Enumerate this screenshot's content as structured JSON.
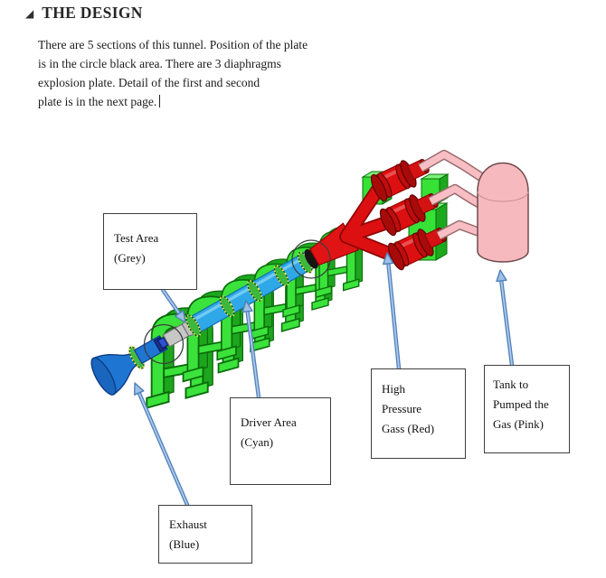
{
  "document": {
    "heading": {
      "marker": "◢",
      "title": "THE DESIGN"
    },
    "paragraph": "There are 5 sections of this tunnel. Position of the plate\nis in the circle black area. There are 3 diaphragms\nexplosion plate. Detail of the first and second\nplate is in the next page."
  },
  "labels": {
    "test_area": "Test Area\n(Grey)",
    "driver_area": "Driver Area\n(Cyan)",
    "high_pressure": "High\nPressure\nGass (Red)",
    "tank": "Tank to\nPumped the\nGas (Pink)",
    "exhaust": "Exhaust\n(Blue)"
  },
  "diagram": {
    "sections": [
      {
        "name": "Exhaust",
        "color_name": "Blue",
        "hex": "#1E76D2"
      },
      {
        "name": "Test Area",
        "color_name": "Grey",
        "hex": "#C6C6C6"
      },
      {
        "name": "Driver Area",
        "color_name": "Cyan",
        "hex": "#2FA8E8"
      },
      {
        "name": "High Pressure Gass",
        "color_name": "Red",
        "hex": "#DC1010"
      },
      {
        "name": "Tank to Pumped the Gas",
        "color_name": "Pink",
        "hex": "#F6B9BD"
      }
    ],
    "supports_color": "#35E235",
    "plate_circle_color": "#3D3D3D",
    "arrow_color": "#4F81BD"
  }
}
